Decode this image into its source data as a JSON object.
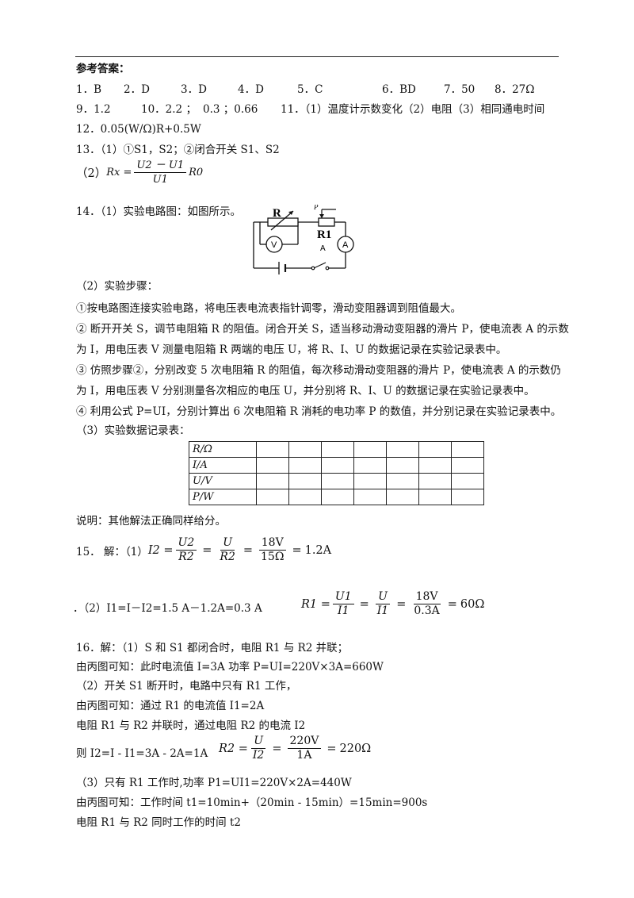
{
  "header": {
    "title": "参考答案："
  },
  "answers": {
    "row1": [
      "1．B",
      "2．D",
      "3．D",
      "4．D",
      "5．C",
      "6．BD",
      "7．50",
      "8．27Ω"
    ],
    "row2": [
      "9．1.2",
      "10．2.2 ；",
      "0.3 ；0.66",
      "11．（1）温度计示数变化（2）电阻（3）相同通电时间"
    ],
    "q12": "12．0.05(W/Ω)R+0.5W",
    "q13_1": "13．（1）①S1，S2；②闭合开关 S1、S2",
    "q13_2_prefix": "（2）",
    "q13_formula": {
      "lhs": "Rx =",
      "num": "U2 － U1",
      "den": "U1",
      "rhs": "R0"
    }
  },
  "q14": {
    "intro": "14．（1）实验电路图：如图所示。",
    "circuit_labels": {
      "rheostat": "R",
      "slider": "P",
      "resistor": "R1",
      "resistor_sub": "A",
      "voltmeter": "V",
      "ammeter": "A"
    },
    "steps_title": "（2）实验步骤：",
    "steps": [
      "①按电路图连接实验电路，将电压表电流表指针调零，滑动变阻器调到阻值最大。",
      "② 断开开关 S，调节电阻箱 R 的阻值。闭合开关 S，适当移动滑动变阻器的滑片 P，使电流表 A 的示数",
      "为 I，用电压表 V 测量电阻箱 R 两端的电压 U，将 R、I、U 的数据记录在实验记录表中。",
      "③ 仿照步骤②，分别改变 5 次电阻箱 R 的阻值，每次移动滑动变阻器的滑片 P，使电流表 A 的示数仍",
      "为 I，用电压表 V 分别测量各次相应的电压 U，并分别将 R、I、U 的数据记录在实验记录表中。",
      "④ 利用公式 P=UI，分别计算出 6 次电阻箱 R 消耗的电功率 P 的数值，并分别记录在实验记录表中。"
    ],
    "table_title": "（3）实验数据记录表：",
    "table_rows": [
      "R/Ω",
      "I/A",
      "U/V",
      "P/W"
    ],
    "note": "说明：其他解法正确同样给分。"
  },
  "q15": {
    "part1_prefix": "15． 解：（1）",
    "eq1": {
      "lhs": "I2 =",
      "f1n": "U2",
      "f1d": "R2",
      "f2n": "U",
      "f2d": "R2",
      "f3n": "18V",
      "f3d": "15Ω",
      "result": "1.2A"
    },
    "part2": "．（2）I1=I－I2=1.5 A－1.2A=0.3 A",
    "eq2": {
      "lhs": "R1 =",
      "f1n": "U1",
      "f1d": "I1",
      "f2n": "U",
      "f2d": "I1",
      "f3n": "18V",
      "f3d": "0.3A",
      "result": "60Ω"
    }
  },
  "q16": {
    "lines": [
      "16．解：（1）S 和 S1 都闭合时，电阻 R1 与 R2 并联；",
      "由丙图可知：此时电流值 I=3A          功率 P=UI=220V×3A=660W",
      "（2）开关 S1 断开时，电路中只有 R1 工作，",
      "由丙图可知：通过 R1 的电流值 I1=2A",
      "电阻 R1 与 R2 并联时，通过电阻 R2 的电流 I2"
    ],
    "line_i2": "则 I2=I - I1=3A - 2A=1A",
    "eq3": {
      "lhs": "R2 =",
      "f1n": "U",
      "f1d": "I2",
      "f2n": "220V",
      "f2d": "1A",
      "result": "220Ω"
    },
    "lines_after": [
      "（3）只有 R1 工作时,功率 P1=UI1=220V×2A=440W",
      "由丙图可知：工作时间 t1=10min+（20min - 15min）=15min=900s",
      "电阻 R1 与 R2 同时工作的时间 t2"
    ]
  }
}
